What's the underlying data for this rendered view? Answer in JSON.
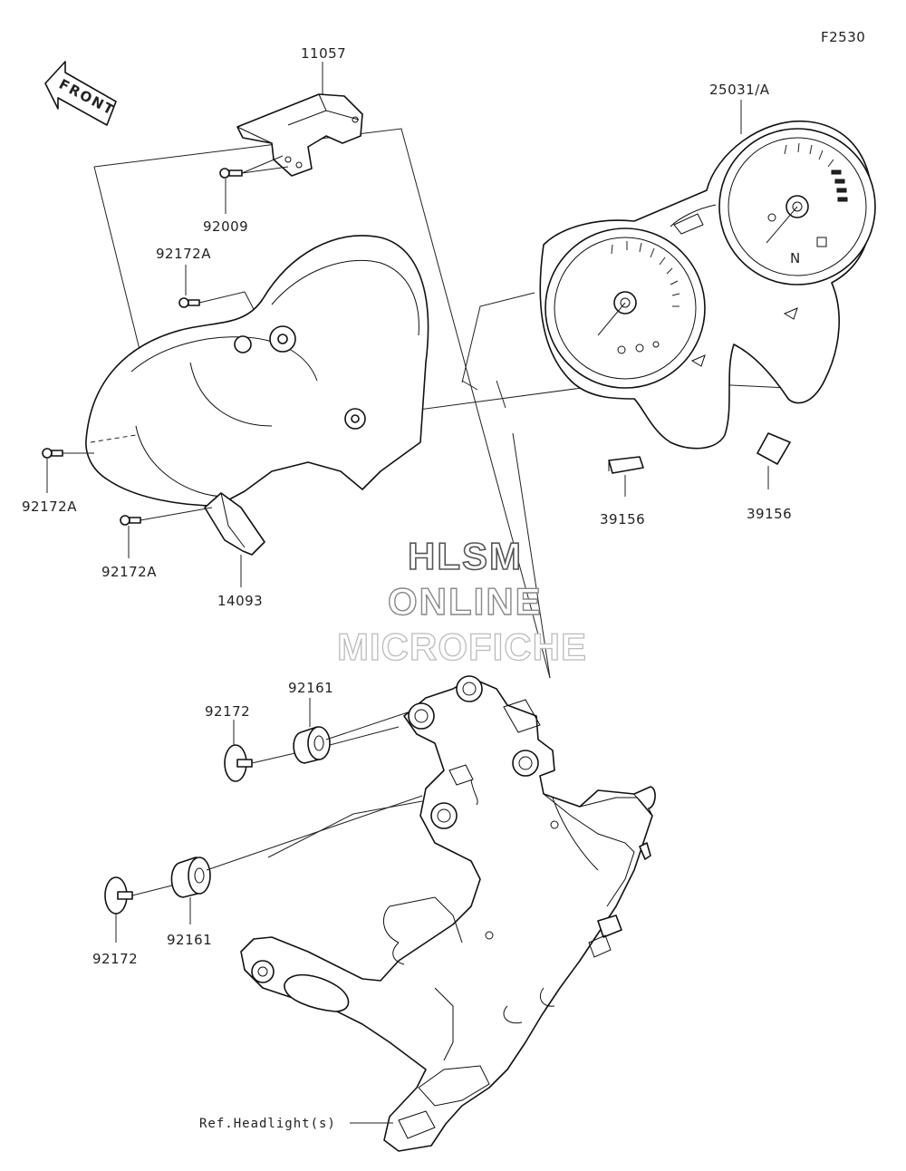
{
  "figure_code": "F2530",
  "front_label": "FRONT",
  "watermark": {
    "line1": "HLSM",
    "line2": "ONLINE",
    "line3": "MICROFICHE"
  },
  "parts": {
    "p11057": "11057",
    "p25031": "25031/A",
    "p92009": "92009",
    "p92172a_top": "92172A",
    "p92172a_left": "92172A",
    "p92172a_bottom": "92172A",
    "p14093": "14093",
    "p39156_left": "39156",
    "p39156_right": "39156",
    "p92172_top": "92172",
    "p92161_top": "92161",
    "p92172_bottom": "92172",
    "p92161_bottom": "92161"
  },
  "ref_label": "Ref.Headlight(s)",
  "gauge": {
    "neutral_mark": "N"
  },
  "colors": {
    "line": "#111111",
    "background": "#ffffff"
  }
}
